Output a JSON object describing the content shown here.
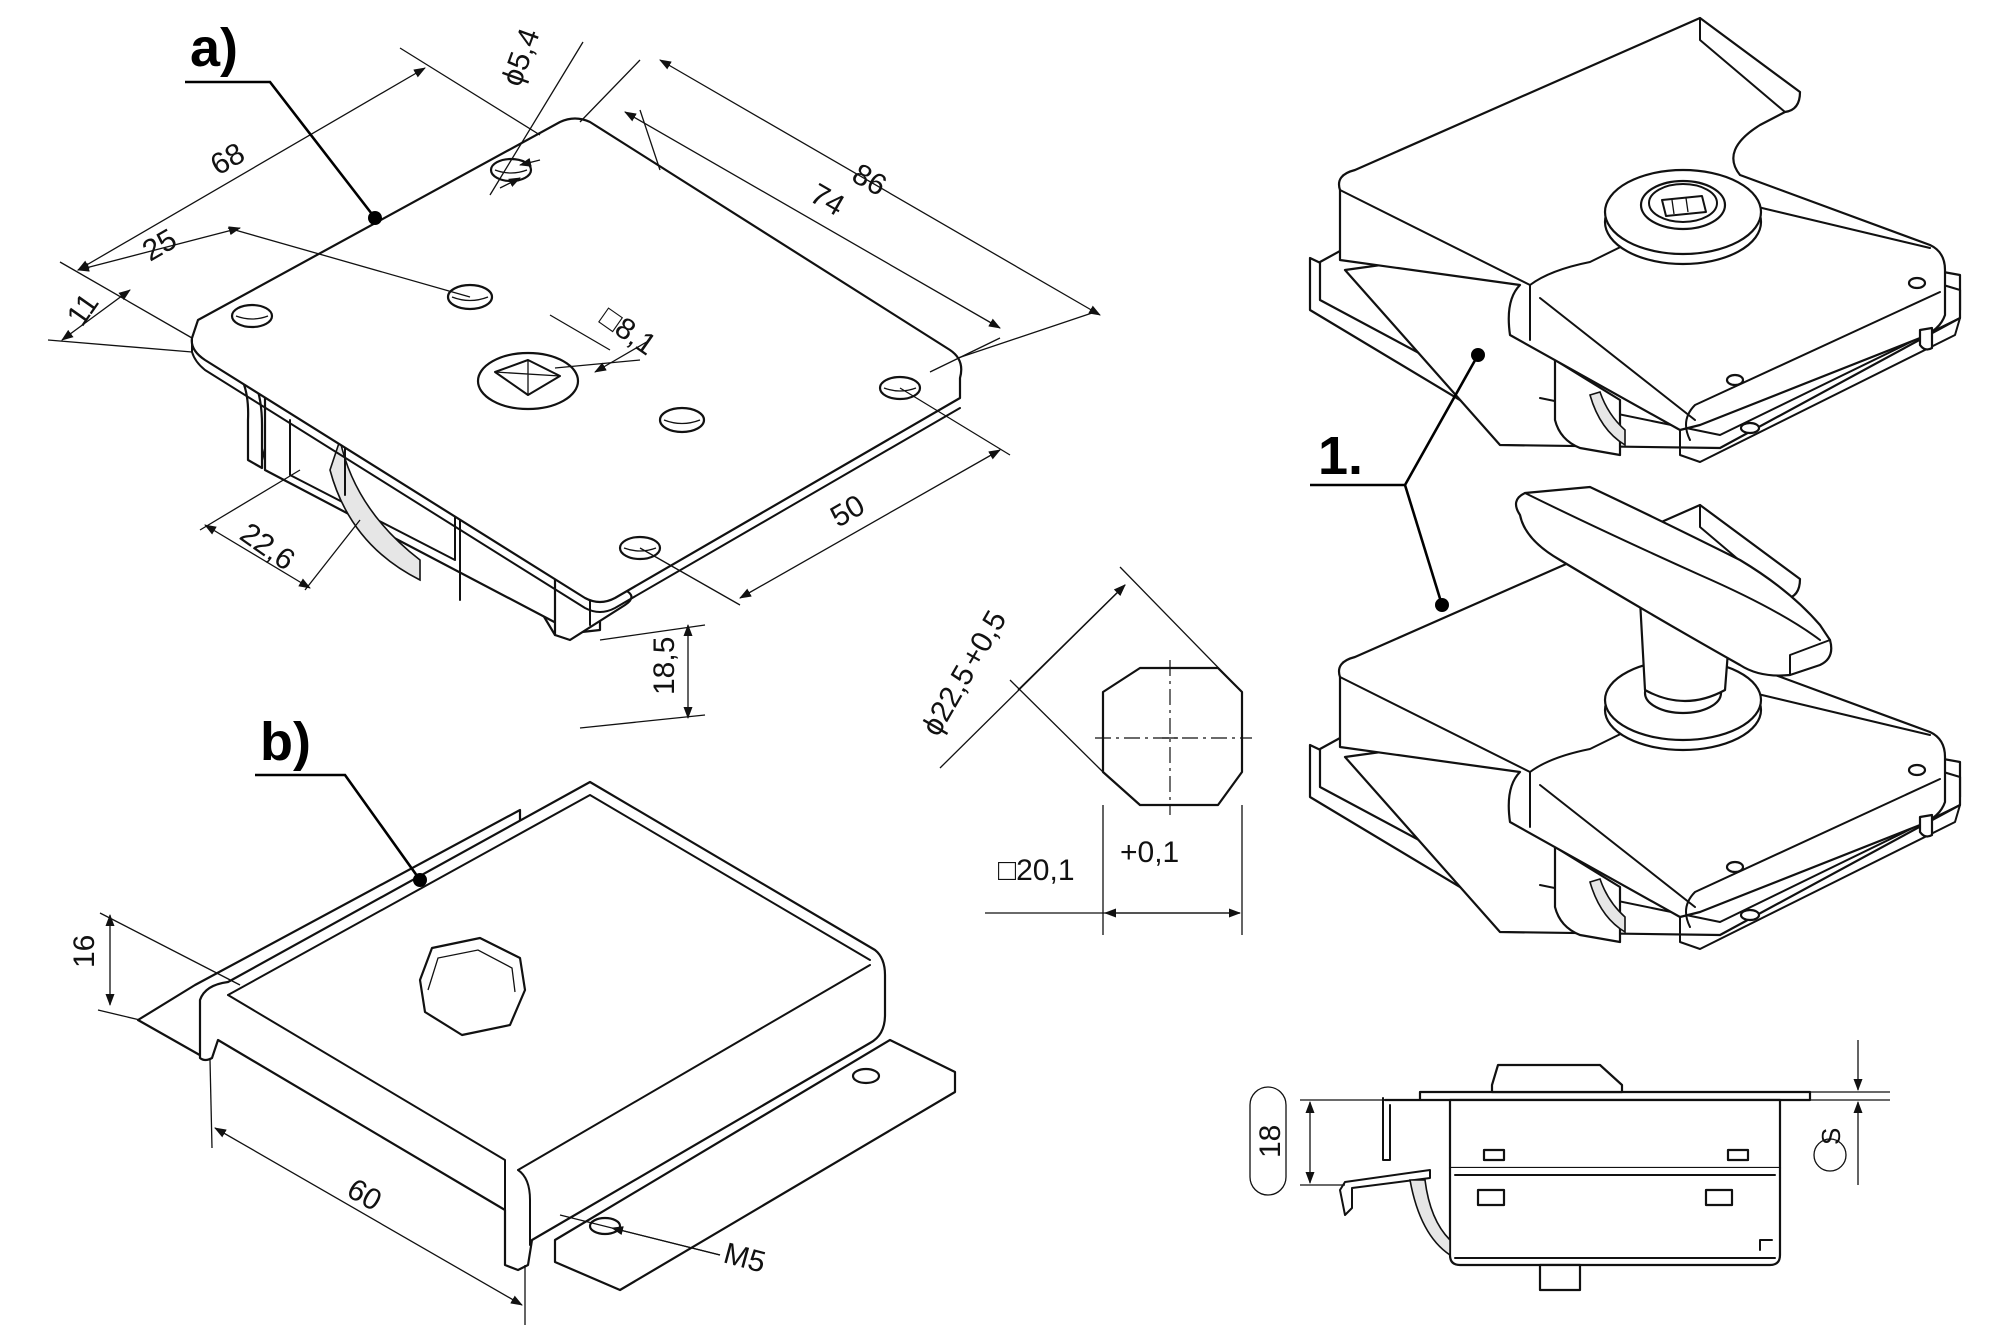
{
  "callouts": {
    "a": "a)",
    "b": "b)",
    "one": "1."
  },
  "dims_a": {
    "d68": "68",
    "d25": "25",
    "d11": "11",
    "d86": "86",
    "d74": "74",
    "d54": "ϕ5,4",
    "d81": "□8,1",
    "d50": "50",
    "d226": "22,6",
    "d185": "18,5"
  },
  "dims_hole": {
    "diameter": "ϕ22,5",
    "diameter_tol": "+0,5",
    "square": "□20,1",
    "square_tol": "+0,1"
  },
  "dims_b": {
    "d16": "16",
    "d60": "60",
    "m5": "M5"
  },
  "dims_side": {
    "d18": "18",
    "s": "S"
  }
}
